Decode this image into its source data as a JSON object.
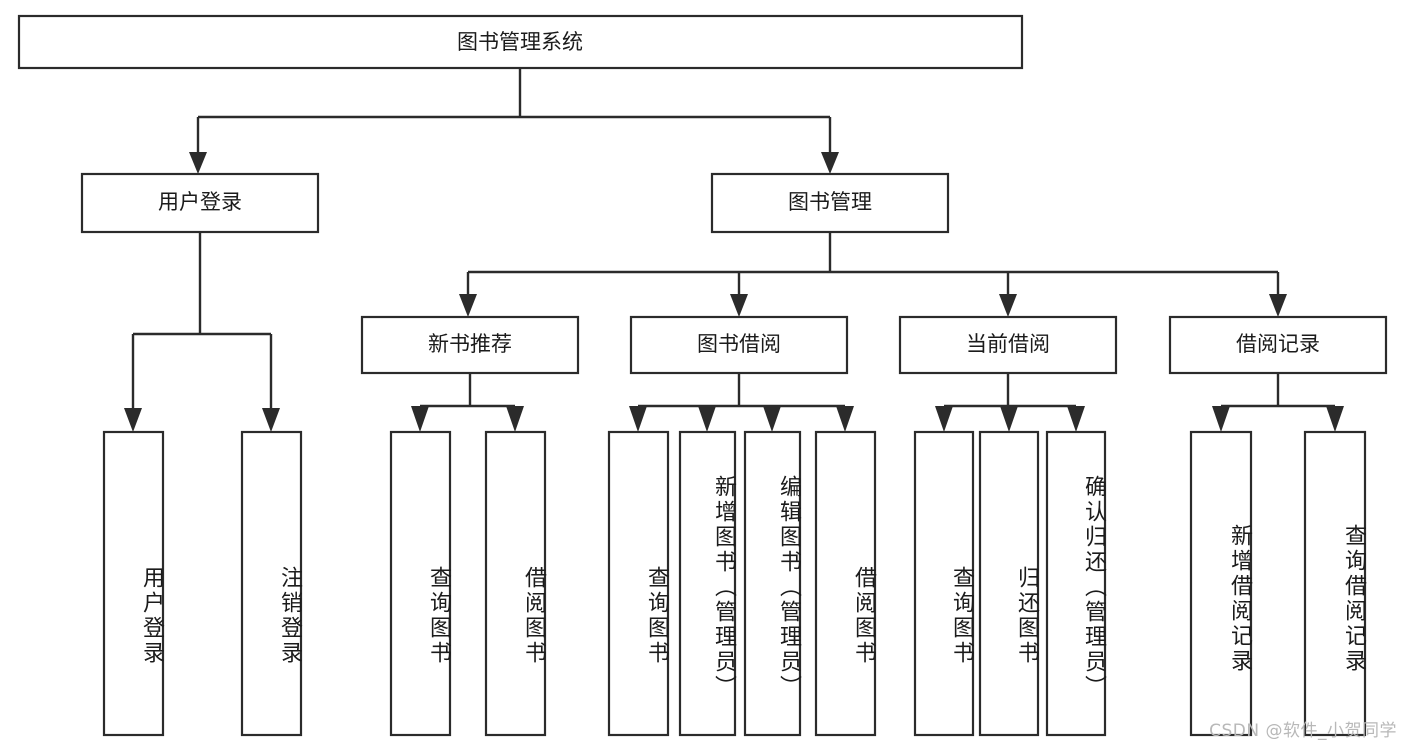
{
  "diagram": {
    "type": "tree-hierarchy-chart",
    "title": "图书管理系统",
    "orientation": "top-down",
    "levels": 3,
    "root": {
      "id": "root",
      "label": "图书管理系统",
      "text_direction": "horizontal"
    },
    "level2": [
      {
        "id": "user-login",
        "label": "用户登录",
        "text_direction": "horizontal"
      },
      {
        "id": "book-manage",
        "label": "图书管理",
        "text_direction": "horizontal"
      }
    ],
    "level3": [
      {
        "id": "new-book-recommend",
        "label": "新书推荐",
        "parent": "book-manage",
        "text_direction": "horizontal"
      },
      {
        "id": "book-borrow",
        "label": "图书借阅",
        "parent": "book-manage",
        "text_direction": "horizontal"
      },
      {
        "id": "current-borrow",
        "label": "当前借阅",
        "parent": "book-manage",
        "text_direction": "horizontal"
      },
      {
        "id": "borrow-record",
        "label": "借阅记录",
        "parent": "book-manage",
        "text_direction": "horizontal"
      }
    ],
    "leaves": [
      {
        "id": "leaf-user-login",
        "label": "用户登录",
        "parent": "user-login",
        "text_direction": "vertical"
      },
      {
        "id": "leaf-logout-login",
        "label": "注销登录",
        "parent": "user-login",
        "text_direction": "vertical"
      },
      {
        "id": "leaf-query-book-1",
        "label": "查询图书",
        "parent": "new-book-recommend",
        "text_direction": "vertical"
      },
      {
        "id": "leaf-borrow-book-1",
        "label": "借阅图书",
        "parent": "new-book-recommend",
        "text_direction": "vertical"
      },
      {
        "id": "leaf-query-book-2",
        "label": "查询图书",
        "parent": "book-borrow",
        "text_direction": "vertical"
      },
      {
        "id": "leaf-add-book",
        "label": "新增图书（管理员）",
        "parent": "book-borrow",
        "text_direction": "vertical"
      },
      {
        "id": "leaf-edit-book",
        "label": "编辑图书（管理员）",
        "parent": "book-borrow",
        "text_direction": "vertical"
      },
      {
        "id": "leaf-borrow-book-2",
        "label": "借阅图书",
        "parent": "book-borrow",
        "text_direction": "vertical"
      },
      {
        "id": "leaf-query-book-3",
        "label": "查询图书",
        "parent": "current-borrow",
        "text_direction": "vertical"
      },
      {
        "id": "leaf-return-book",
        "label": "归还图书",
        "parent": "current-borrow",
        "text_direction": "vertical"
      },
      {
        "id": "leaf-confirm-return",
        "label": "确认归还（管理员）",
        "parent": "current-borrow",
        "text_direction": "vertical"
      },
      {
        "id": "leaf-add-record",
        "label": "新增借阅记录",
        "parent": "borrow-record",
        "text_direction": "vertical"
      },
      {
        "id": "leaf-query-record",
        "label": "查询借阅记录",
        "parent": "borrow-record",
        "text_direction": "vertical"
      }
    ],
    "colors": {
      "background": "#ffffff",
      "box_fill": "#ffffff",
      "box_stroke": "#2b2b2b",
      "connector": "#2b2b2b",
      "text": "#1b1b1b",
      "watermark": "#b8b8b8"
    }
  },
  "watermark": {
    "text": "CSDN @软件_小贺同学"
  }
}
